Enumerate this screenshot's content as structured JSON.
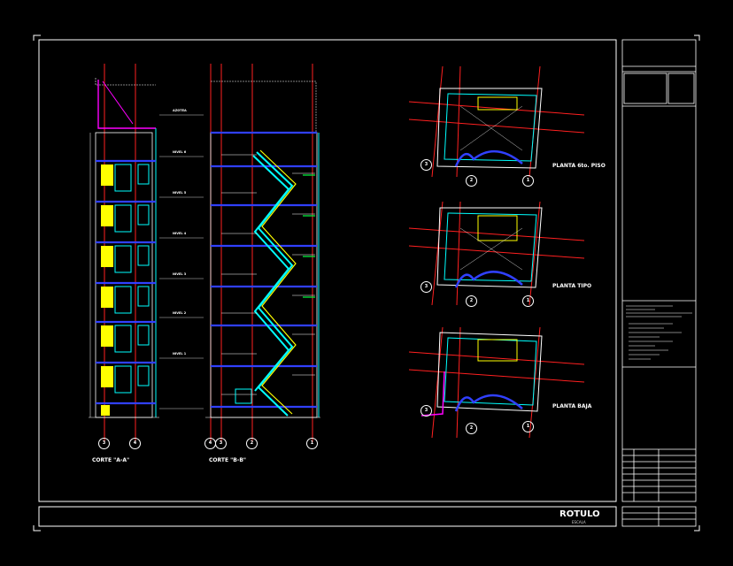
{
  "title_block": {
    "title": "ROTULO",
    "scale_label": "ESCALA"
  },
  "sections": [
    {
      "id": "section-a",
      "label": "CORTE \"A-A\"",
      "axes": [
        "3",
        "4"
      ]
    },
    {
      "id": "section-b",
      "label": "CORTE \"B-B\"",
      "axes": [
        "4",
        "3",
        "2",
        "1"
      ]
    }
  ],
  "plans": [
    {
      "id": "plan-6th",
      "label": "PLANTA 6to. PISO",
      "axes": [
        "3",
        "2",
        "1"
      ]
    },
    {
      "id": "plan-typ",
      "label": "PLANTA TIPO",
      "axes": [
        "3",
        "2",
        "1"
      ]
    },
    {
      "id": "plan-ground",
      "label": "PLANTA BAJA",
      "axes": [
        "3",
        "2",
        "1"
      ]
    }
  ],
  "colors": {
    "frame": "#ffffff",
    "red": "#ff2020",
    "cyan": "#00ffff",
    "yellow": "#ffff00",
    "magenta": "#ff00ff",
    "blue": "#3040ff",
    "green": "#00ff40"
  }
}
